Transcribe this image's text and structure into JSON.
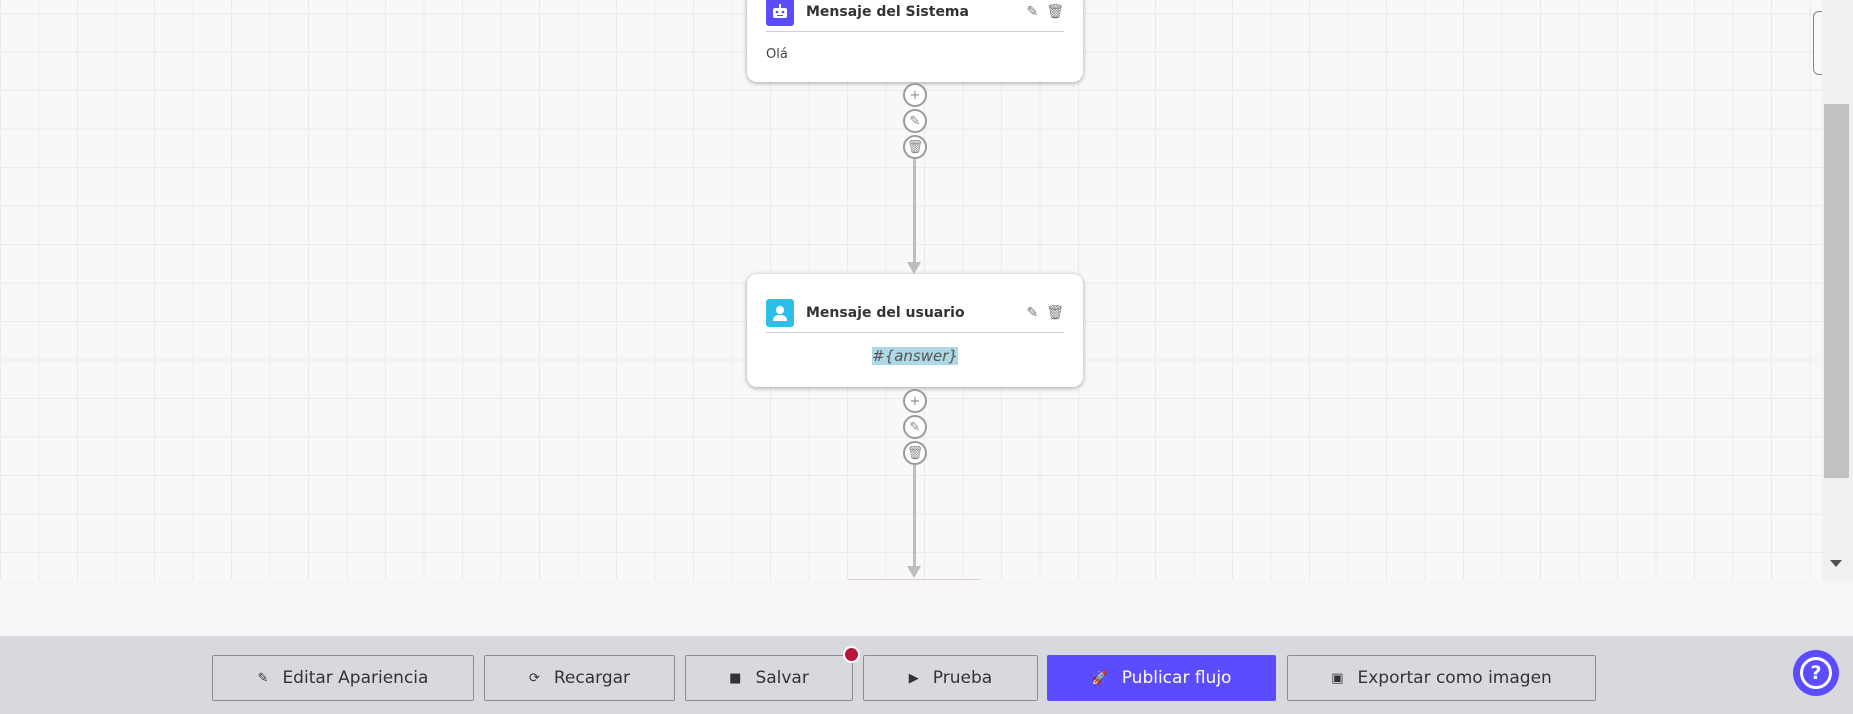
{
  "nodes": [
    {
      "type": "system",
      "title": "Mensaje del Sistema",
      "text": "Olá",
      "color": "#5b4dff",
      "icon": "robot-icon"
    },
    {
      "type": "user",
      "title": "Mensaje del usuario",
      "text": "#{answer}",
      "color": "#2ebfe8",
      "icon": "user-icon"
    }
  ],
  "toolbar": {
    "edit_appearance": "Editar Apariencia",
    "reload": "Recargar",
    "save": "Salvar",
    "test": "Prueba",
    "publish": "Publicar flujo",
    "export": "Exportar como imagen"
  },
  "colors": {
    "accent": "#5b4dff",
    "unsaved_dot": "#b8163a"
  },
  "help": {
    "label": "?"
  }
}
